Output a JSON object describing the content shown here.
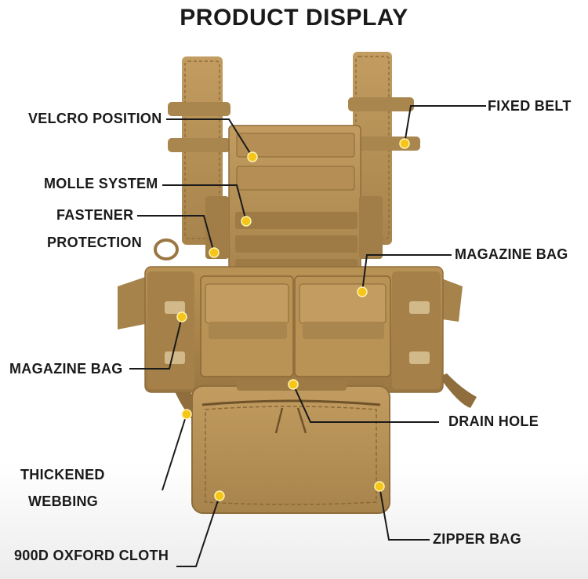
{
  "title": "PRODUCT DISPLAY",
  "labels": {
    "velcro_position": "VELCRO POSITION",
    "fixed_belt": "FIXED BELT",
    "molle_system": "MOLLE SYSTEM",
    "fastener": "FASTENER",
    "protection": "PROTECTION",
    "magazine_bag_right": "MAGAZINE BAG",
    "magazine_bag_left": "MAGAZINE BAG",
    "drain_hole": "DRAIN HOLE",
    "thickened": "THICKENED",
    "webbing": "WEBBING",
    "zipper_bag": "ZIPPER BAG",
    "oxford_cloth": "900D OXFORD CLOTH"
  },
  "colors": {
    "fabric": "#b08a52",
    "fabric_dark": "#8f6d3c",
    "fabric_light": "#c7a46b",
    "marker": "#f5c518",
    "text": "#1a1a1a"
  }
}
